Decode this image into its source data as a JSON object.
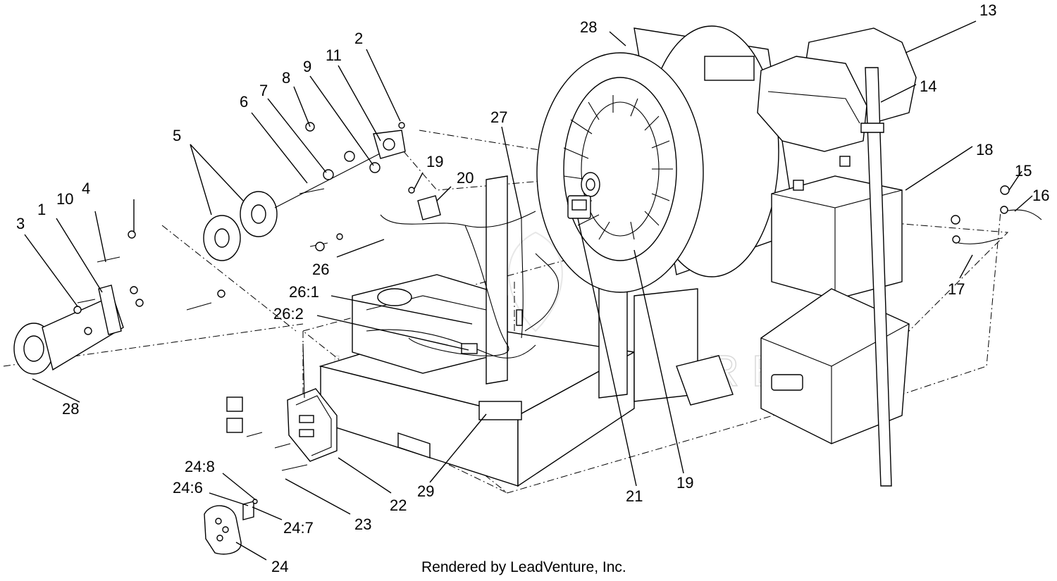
{
  "callouts": [
    {
      "id": "c13",
      "text": "13"
    },
    {
      "id": "c28a",
      "text": "28"
    },
    {
      "id": "c2",
      "text": "2"
    },
    {
      "id": "c11",
      "text": "11"
    },
    {
      "id": "c9",
      "text": "9"
    },
    {
      "id": "c8",
      "text": "8"
    },
    {
      "id": "c7",
      "text": "7"
    },
    {
      "id": "c6",
      "text": "6"
    },
    {
      "id": "c5",
      "text": "5"
    },
    {
      "id": "c4",
      "text": "4"
    },
    {
      "id": "c10",
      "text": "10"
    },
    {
      "id": "c1",
      "text": "1"
    },
    {
      "id": "c3",
      "text": "3"
    },
    {
      "id": "c27",
      "text": "27"
    },
    {
      "id": "c19a",
      "text": "19"
    },
    {
      "id": "c20",
      "text": "20"
    },
    {
      "id": "c14",
      "text": "14"
    },
    {
      "id": "c18",
      "text": "18"
    },
    {
      "id": "c15",
      "text": "15"
    },
    {
      "id": "c16",
      "text": "16"
    },
    {
      "id": "c17",
      "text": "17"
    },
    {
      "id": "c26",
      "text": "26"
    },
    {
      "id": "c26_1",
      "text": "26:1"
    },
    {
      "id": "c26_2",
      "text": "26:2"
    },
    {
      "id": "c28b",
      "text": "28"
    },
    {
      "id": "c19b",
      "text": "19"
    },
    {
      "id": "c21",
      "text": "21"
    },
    {
      "id": "c22",
      "text": "22"
    },
    {
      "id": "c29",
      "text": "29"
    },
    {
      "id": "c23",
      "text": "23"
    },
    {
      "id": "c24_8",
      "text": "24:8"
    },
    {
      "id": "c24_6",
      "text": "24:6"
    },
    {
      "id": "c24_7",
      "text": "24:7"
    },
    {
      "id": "c24",
      "text": "24"
    }
  ],
  "watermark": "LEADVENTURE",
  "credit": "Rendered by LeadVenture, Inc."
}
